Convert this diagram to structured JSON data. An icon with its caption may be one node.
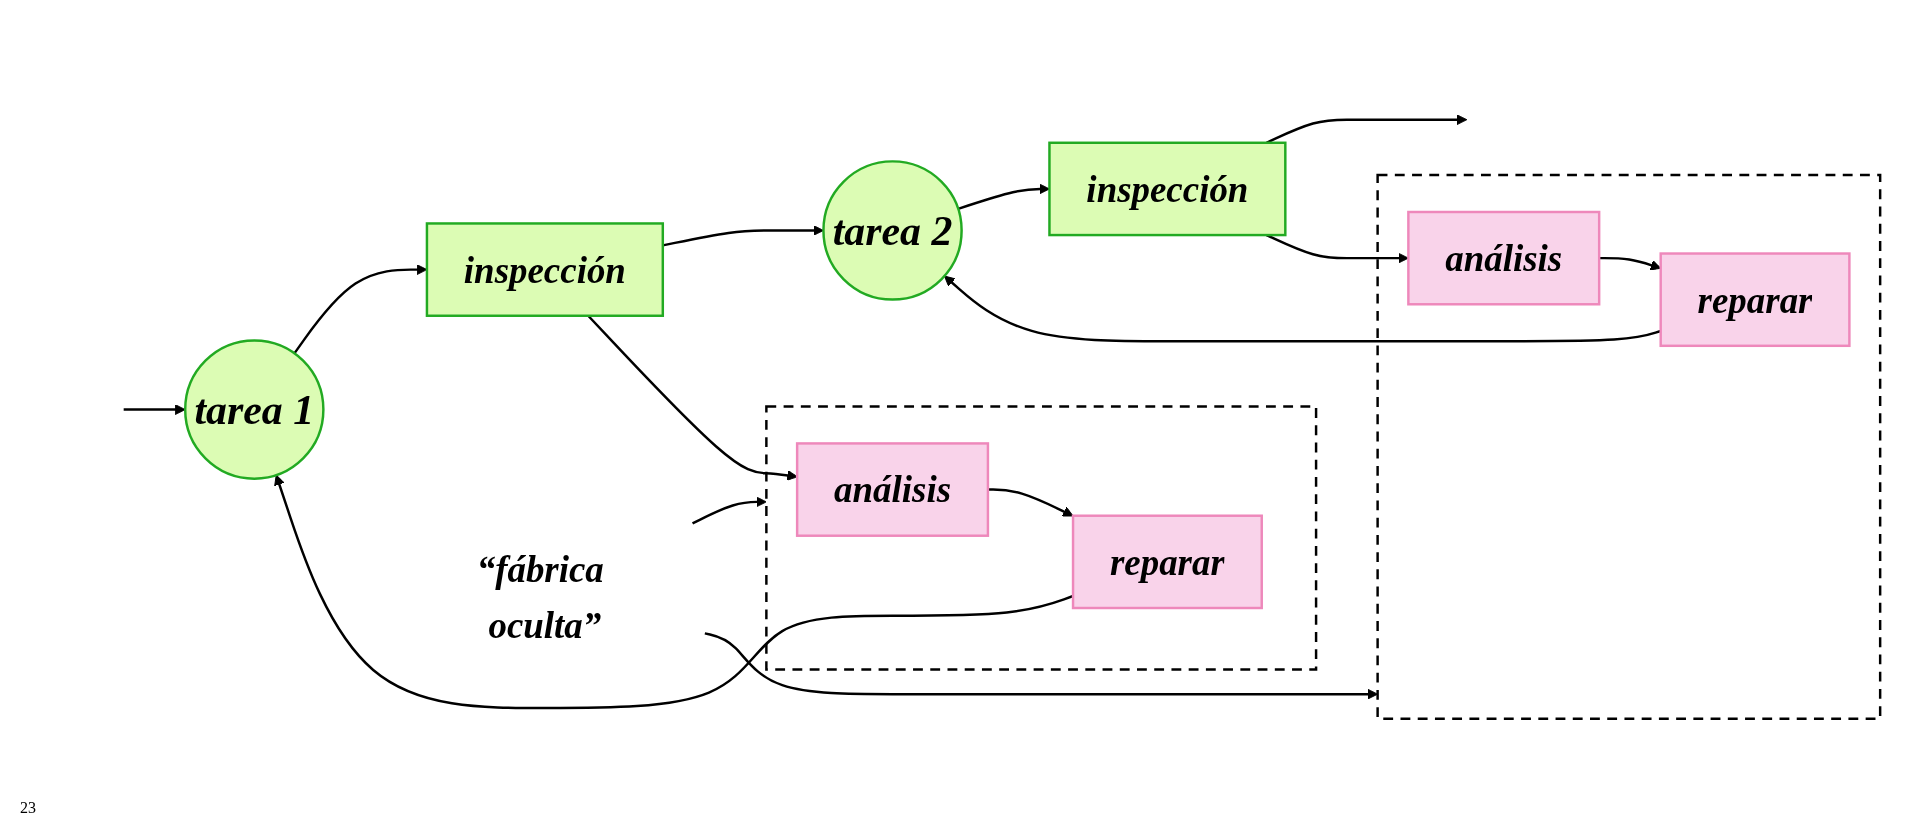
{
  "diagram": {
    "nodes": [
      {
        "text": [
          "tarea 1"
        ]
      },
      {
        "text": [
          "inspección"
        ]
      },
      {
        "text": [],
        "shape": "box"
      },
      {
        "text": [
          "análisis"
        ],
        "in": 2
      },
      {
        "text": [
          "reparar"
        ],
        "in": 2
      },
      {
        "text": [
          "tarea 2"
        ]
      },
      {
        "text": [
          "inspección"
        ]
      },
      {
        "text": [],
        "shape": "box"
      },
      {
        "text": [
          "análisis"
        ],
        "in": 7
      },
      {
        "text": [
          "reparar"
        ],
        "in": 7
      },
      {
        "text": [
          "“fábrica oculta”"
        ]
      }
    ],
    "edges": [
      {
        "from": null,
        "to": 0,
        "arrow": "to"
      },
      {
        "from": 0,
        "to": 1,
        "arrow": "to"
      },
      {
        "from": 1,
        "to": 5,
        "arrow": "to"
      },
      {
        "from": 5,
        "to": 6,
        "arrow": "to"
      },
      {
        "from": 6,
        "to": null,
        "arrow": "to"
      },
      {
        "from": 1,
        "to": 3,
        "arrow": "to"
      },
      {
        "from": 3,
        "to": 4,
        "arrow": "to"
      },
      {
        "from": 4,
        "to": 0,
        "arrow": "to"
      },
      {
        "from": 6,
        "to": 8,
        "arrow": "to"
      },
      {
        "from": 8,
        "to": 9,
        "arrow": "to"
      },
      {
        "from": 9,
        "to": 5,
        "arrow": "to"
      },
      {
        "from": 10,
        "to": 2,
        "arrow": "to"
      },
      {
        "from": 10,
        "to": 7,
        "arrow": "to"
      }
    ],
    "labels": [
      "23"
    ]
  }
}
